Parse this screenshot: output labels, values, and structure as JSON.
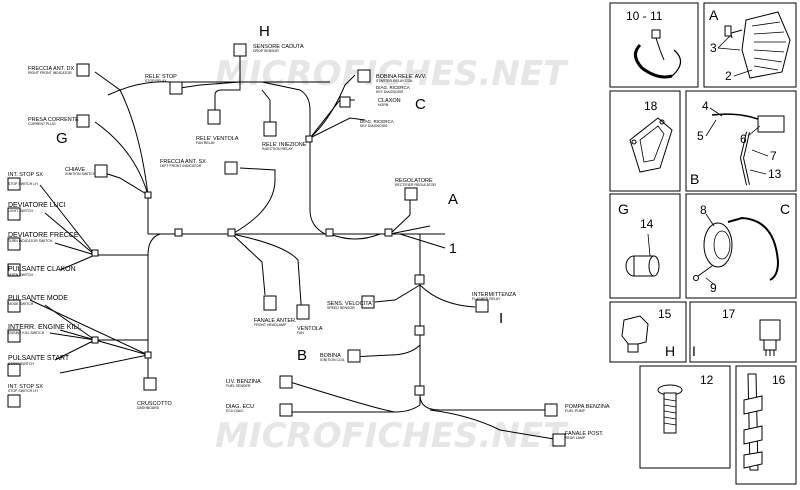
{
  "watermark": "MICROFICHES.NET",
  "letters": {
    "H": "H",
    "G": "G",
    "C": "C",
    "A": "A",
    "B": "B",
    "I": "I",
    "one": "1"
  },
  "components": {
    "freccia_ant_dx": {
      "label": "FRECCIA ANT. DX",
      "sub": "RIGHT FRONT INDICATOR"
    },
    "presa_corrente": {
      "label": "PRESA CORRENTE",
      "sub": "CURRENT PLUG"
    },
    "chiave": {
      "label": "CHIAVE",
      "sub": "IGNITION SWITCH"
    },
    "int_stop_sx_top": {
      "label": "INT. STOP SX",
      "sub": "STOP SWITCH LH"
    },
    "deviatore_luci": {
      "label": "DEVIATORE LUCI",
      "sub": "LIGHT SWITCH"
    },
    "deviatore_frecce": {
      "label": "DEVIATORE FRECCE",
      "sub": "TURN INDICATOR SWITCH"
    },
    "pulsante_clakon": {
      "label": "PULSANTE CLAKON",
      "sub": "HORN SWITCH"
    },
    "pulsante_mode": {
      "label": "PULSANTE MODE",
      "sub": "MODE SWITCH"
    },
    "interr_engine_kill": {
      "label": "INTERR. ENGINE KILL",
      "sub": "ENGINE KILL SWITCH"
    },
    "pulsante_start": {
      "label": "PULSANTE START",
      "sub": "START SWITCH"
    },
    "int_stop_sx_bottom": {
      "label": "INT. STOP SX",
      "sub": "STOP SWITCH LH"
    },
    "cruscotto": {
      "label": "CRUSCOTTO",
      "sub": "DASHBOARD"
    },
    "rele_stop": {
      "label": "RELE' STOP",
      "sub": "STOP RELAY"
    },
    "sensore_caduta": {
      "label": "SENSORE CADUTA",
      "sub": "DROP SENSOR"
    },
    "rele_ventola": {
      "label": "RELE' VENTOLA",
      "sub": "FAN RELAY"
    },
    "rele_iniezione": {
      "label": "RELE' INIEZIONE",
      "sub": "INJECTION RELAY"
    },
    "bobina_rele_avv": {
      "label": "BOBINA RELE' AVV.",
      "sub": "STARTER RELAY COIL"
    },
    "diag_ricerca": {
      "label": "DIAG. RICERCA",
      "sub": "KEY DIAGNOSIS"
    },
    "claxon": {
      "label": "CLAXON",
      "sub": "HORN"
    },
    "diag_ricerca2": {
      "label": "DIAG. RICERCA",
      "sub": "KEY DIAGNOSIS"
    },
    "freccia_ant_sx": {
      "label": "FRECCIA ANT. SX",
      "sub": "LEFT FRONT INDICATOR"
    },
    "regolatore": {
      "label": "REGOLATORE",
      "sub": "RECTIFIER REGULATOR"
    },
    "fanale_anter": {
      "label": "FANALE ANTER.",
      "sub": "FRONT HEADLAMP"
    },
    "ventola": {
      "label": "VENTOLA",
      "sub": "FAN"
    },
    "sens_velocita": {
      "label": "SENS. VELOCITA'",
      "sub": "SPEED SENSOR"
    },
    "intermittenza": {
      "label": "INTERMITTENZA",
      "sub": "FLASHER RELAY"
    },
    "bobina": {
      "label": "BOBINA",
      "sub": "IGNITION COIL"
    },
    "liv_benzina": {
      "label": "LIV. BENZINA",
      "sub": "FUEL SENDER"
    },
    "diag_ecu": {
      "label": "DIAG. ECU",
      "sub": "ECU DIAG."
    },
    "pompa_benzina": {
      "label": "POMPA BENZINA",
      "sub": "FUEL PUMP"
    },
    "fanale_post": {
      "label": "FANALE POST.",
      "sub": "REAR LAMP"
    }
  },
  "panels": {
    "p1011": {
      "title": "10 - 11"
    },
    "pA": {
      "letter": "A",
      "n1": "3",
      "n2": "2"
    },
    "p18": {
      "title": "18"
    },
    "pB": {
      "letter": "B",
      "n4": "4",
      "n5": "5",
      "n6": "6",
      "n7": "7",
      "n13": "13"
    },
    "pG": {
      "letter": "G",
      "n14": "14"
    },
    "pC": {
      "letter": "C",
      "n8": "8",
      "n9": "9"
    },
    "p15": {
      "title": "15",
      "letter": "H"
    },
    "p17": {
      "title": "17",
      "letter": "I"
    },
    "p12": {
      "title": "12"
    },
    "p16": {
      "title": "16"
    }
  }
}
